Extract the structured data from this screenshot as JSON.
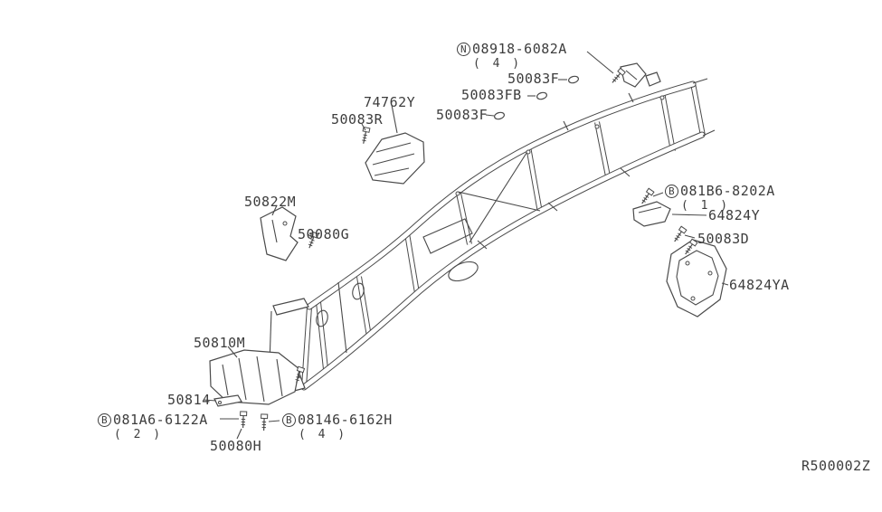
{
  "ref_code": "R500002Z",
  "colors": {
    "line": "#4a4a4a",
    "text": "#3d3d3d",
    "background": "#ffffff"
  },
  "icons": {
    "bolt": "bolt-icon",
    "washer": "washer-icon"
  },
  "labels": [
    {
      "prefix": "N",
      "text": "08918-6082A",
      "qty": "( 4 )"
    },
    {
      "text": "50083F"
    },
    {
      "text": "50083FB"
    },
    {
      "text": "74762Y"
    },
    {
      "text": "50083F"
    },
    {
      "text": "50083R"
    },
    {
      "text": "50822M"
    },
    {
      "prefix": "B",
      "text": "081B6-8202A",
      "qty": "( 1 )"
    },
    {
      "text": "64824Y"
    },
    {
      "text": "50080G"
    },
    {
      "text": "50083D"
    },
    {
      "text": "64824YA"
    },
    {
      "text": "50810M"
    },
    {
      "text": "50814"
    },
    {
      "prefix": "B",
      "text": "081A6-6122A",
      "qty": "( 2 )"
    },
    {
      "prefix": "B",
      "text": "08146-6162H",
      "qty": "( 4 )"
    },
    {
      "text": "50080H"
    }
  ]
}
